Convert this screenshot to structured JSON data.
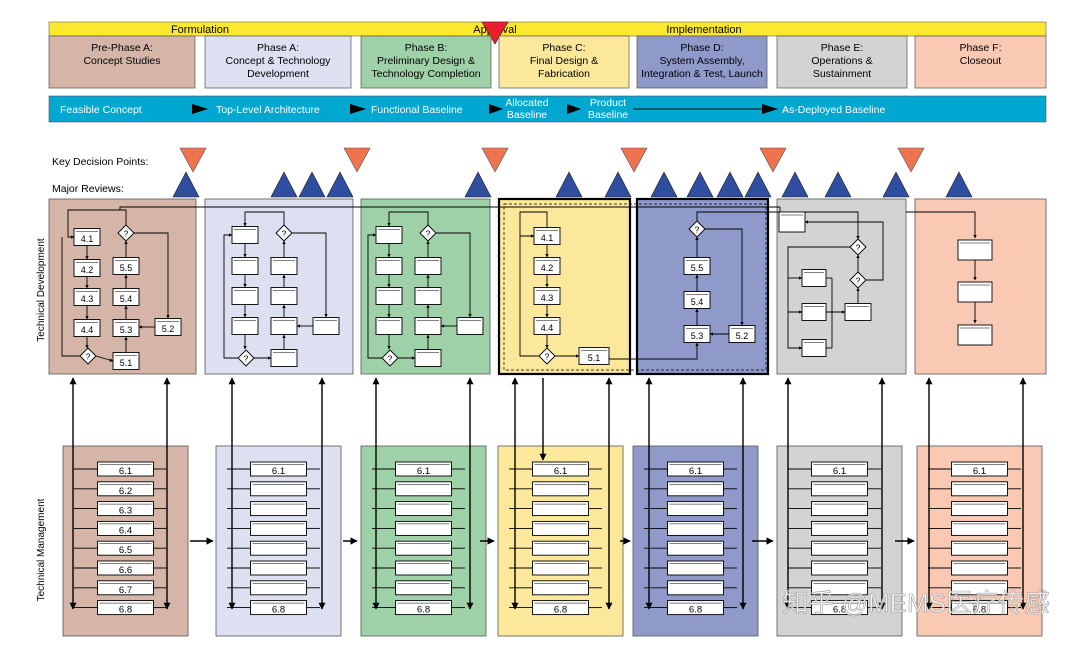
{
  "top_bar": {
    "formulation": "Formulation",
    "approval": "Approval",
    "implementation": "Implementation"
  },
  "phases": [
    {
      "line1": "Pre-Phase A:",
      "line2": "Concept Studies",
      "line3": "",
      "color": "#d4b5a7"
    },
    {
      "line1": "Phase A:",
      "line2": "Concept & Technology",
      "line3": "Development",
      "color": "#dde0f0"
    },
    {
      "line1": "Phase B:",
      "line2": "Preliminary Design &",
      "line3": "Technology Completion",
      "color": "#9fd1a8"
    },
    {
      "line1": "Phase C:",
      "line2": "Final Design &",
      "line3": "Fabrication",
      "color": "#fbe89a"
    },
    {
      "line1": "Phase D:",
      "line2": "System Assembly,",
      "line3": "Integration & Test, Launch",
      "color": "#8f9acb"
    },
    {
      "line1": "Phase E:",
      "line2": "Operations &",
      "line3": "Sustainment",
      "color": "#d3d3d3"
    },
    {
      "line1": "Phase F:",
      "line2": "Closeout",
      "line3": "",
      "color": "#f9c9b4"
    }
  ],
  "baselines": {
    "feasible": "Feasible Concept",
    "top_level": "Top-Level Architecture",
    "functional": "Functional Baseline",
    "allocated_1": "Allocated",
    "allocated_2": "Baseline",
    "product_1": "Product",
    "product_2": "Baseline",
    "as_deployed": "As-Deployed  Baseline"
  },
  "legend": {
    "kdp": "Key Decision Points:",
    "reviews": "Major Reviews:"
  },
  "side_labels": {
    "tech_dev": "Technical Development",
    "tech_mgmt": "Technical Management"
  },
  "process_labels": {
    "p41": "4.1",
    "p42": "4.2",
    "p43": "4.3",
    "p44": "4.4",
    "p51": "5.1",
    "p52": "5.2",
    "p53": "5.3",
    "p54": "5.4",
    "p55": "5.5",
    "q": "?"
  },
  "mgmt_labels": [
    "6.1",
    "6.2",
    "6.3",
    "6.4",
    "6.5",
    "6.6",
    "6.7",
    "6.8"
  ],
  "watermark": "知乎 @MEMS医疗传感",
  "colors": {
    "top_bar": "#fde830",
    "baseline_bar": "#00a7d1",
    "kdp": "#f0734f",
    "review": "#2f4ea0",
    "approval_marker": "#e8202a"
  }
}
